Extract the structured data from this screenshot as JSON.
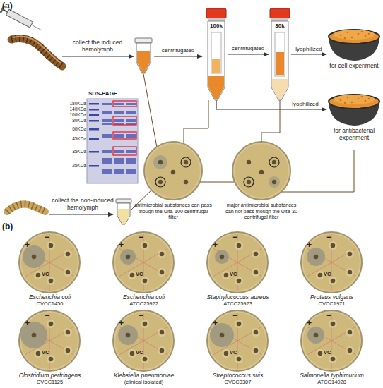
{
  "diagram": {
    "nodes": [
      {
        "text": [
          "100k"
        ]
      },
      {
        "text": [
          "30k"
        ]
      },
      {
        "text": [
          "for cell experiment"
        ]
      },
      {
        "text": [
          "for antibacterial experiment"
        ]
      },
      {
        "text": [
          "SDS-PAGE",
          "180KDa",
          "140KDa",
          "100KDa",
          "80KDa",
          "60KDa",
          "45KDa",
          "35KDa",
          "25KDa"
        ]
      },
      {
        "text": [
          "antimicrobial substances can pass though the Ulta-100 centrifugal filter"
        ]
      },
      {
        "text": [
          "major antimicrobial substances can not pass though the Ulta-30 centrifugal filter"
        ]
      },
      {
        "text": [
          "+",
          "−",
          "VC",
          "Escherichia coli",
          "CVCC1450"
        ]
      },
      {
        "text": [
          "+",
          "−",
          "VC",
          "Escherichia coli",
          "ATCC25922"
        ]
      },
      {
        "text": [
          "+",
          "−",
          "VC",
          "Staphylococcus aureus",
          "ATCC25923"
        ]
      },
      {
        "text": [
          "+",
          "−",
          "VC",
          "Proteus vulgaris",
          "CVCC1971"
        ]
      },
      {
        "text": [
          "+",
          "−",
          "VC",
          "Clostridium perfringens",
          "CVCC1125"
        ]
      },
      {
        "text": [
          "+",
          "−",
          "VC",
          "Klebsiella pneumoniae",
          "(clinical isolated)"
        ]
      },
      {
        "text": [
          "+",
          "−",
          "VC",
          "Streptococcus suis",
          "CVCC3307"
        ]
      },
      {
        "text": [
          "+",
          "−",
          "VC",
          "Salmonella typhimurium",
          "ATCC14028"
        ]
      }
    ],
    "edges": [
      {
        "from": 0,
        "to": 1,
        "label": "centrifugated",
        "arrow": "to"
      },
      {
        "from": 1,
        "to": 2,
        "label": "lyophilized",
        "arrow": "to"
      },
      {
        "from": 0,
        "to": 3,
        "label": "lyophilized",
        "arrow": "to"
      },
      {
        "from": 0,
        "to": 5,
        "arrow": "none"
      },
      {
        "from": 1,
        "to": 6,
        "arrow": "none"
      }
    ],
    "labels": [
      "(a)",
      "collect the induced hemolymph",
      "centrifugated",
      "collect the non-induced hemolymph",
      "(b)"
    ]
  }
}
